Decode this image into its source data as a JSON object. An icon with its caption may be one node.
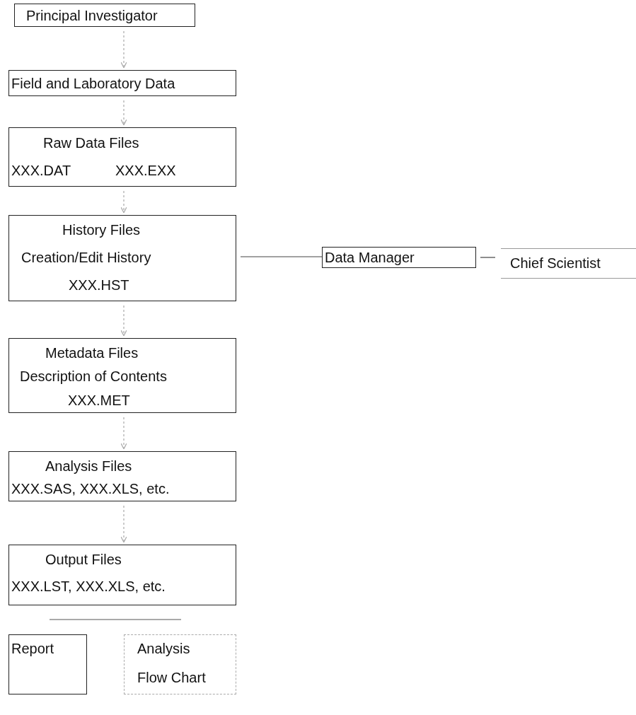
{
  "diagram": {
    "nodes": [
      {
        "text": [
          "Principal Investigator"
        ]
      },
      {
        "text": [
          "Field and Laboratory Data"
        ]
      },
      {
        "text": [
          "Raw Data Files",
          "XXX.DAT",
          "XXX.EXX"
        ]
      },
      {
        "text": [
          "History Files",
          "Creation/Edit History",
          "XXX.HST"
        ]
      },
      {
        "text": [
          "Data Manager"
        ]
      },
      {
        "text": [
          "Chief Scientist"
        ]
      },
      {
        "text": [
          "Metadata Files",
          "Description of Contents",
          "XXX.MET"
        ]
      },
      {
        "text": [
          "Analysis Files",
          "XXX.SAS, XXX.XLS, etc."
        ]
      },
      {
        "text": [
          "Output Files",
          "XXX.LST, XXX.XLS, etc."
        ]
      },
      {
        "text": [
          "Report"
        ]
      },
      {
        "text": [
          "Analysis",
          "Flow Chart"
        ]
      }
    ],
    "edges": [
      {
        "from": 0,
        "to": 1,
        "arrow": "to",
        "style": "dashed"
      },
      {
        "from": 1,
        "to": 2,
        "arrow": "to",
        "style": "dashed"
      },
      {
        "from": 2,
        "to": 3,
        "arrow": "to",
        "style": "dashed"
      },
      {
        "from": 3,
        "to": 6,
        "arrow": "to",
        "style": "dashed"
      },
      {
        "from": 6,
        "to": 7,
        "arrow": "to",
        "style": "dashed"
      },
      {
        "from": 7,
        "to": 8,
        "arrow": "to",
        "style": "dashed"
      },
      {
        "from": 3,
        "to": 4,
        "arrow": "none",
        "color": "#444444"
      },
      {
        "from": 4,
        "to": 5,
        "arrow": "none",
        "color": "#444444"
      }
    ]
  }
}
